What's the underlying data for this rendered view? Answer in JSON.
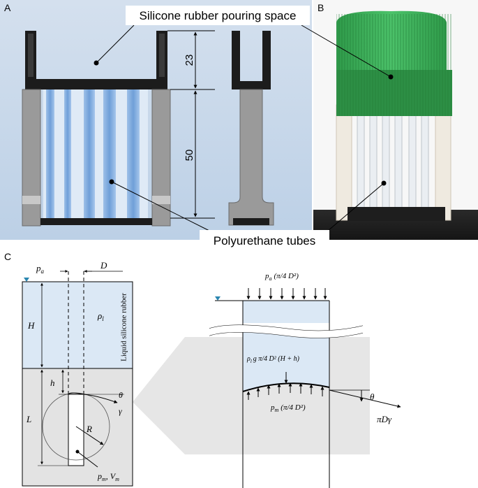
{
  "panels": {
    "a": {
      "letter": "A",
      "dim_top": "23",
      "dim_bottom": "50"
    },
    "b": {
      "letter": "B"
    },
    "c": {
      "letter": "C",
      "pa": "p",
      "pa_sub": "a",
      "D": "D",
      "H": "H",
      "rho": "ρ",
      "rho_sub": "l",
      "liquid_label": "Liquid silicone rubber",
      "h": "h",
      "theta": "θ",
      "gamma": "γ",
      "L": "L",
      "R": "R",
      "pm_vm": "p",
      "pm_sub": "m",
      "vm_sep": ", V",
      "vm_sub": "m"
    },
    "c_right": {
      "top_force_p": "p",
      "top_force_sub": "a",
      "top_force_expr": "(π/4 D²)",
      "weight_expr": "ρ",
      "weight_sub": "l",
      "weight_rest": "g π/4 D² (H + h)",
      "bottom_force_p": "p",
      "bottom_force_sub": "m",
      "bottom_force_expr": "(π/4 D²)",
      "theta": "θ",
      "tension": "πDγ"
    }
  },
  "callouts": {
    "silicone_space": "Silicone rubber pouring space",
    "tubes": "Polyurethane tubes"
  }
}
